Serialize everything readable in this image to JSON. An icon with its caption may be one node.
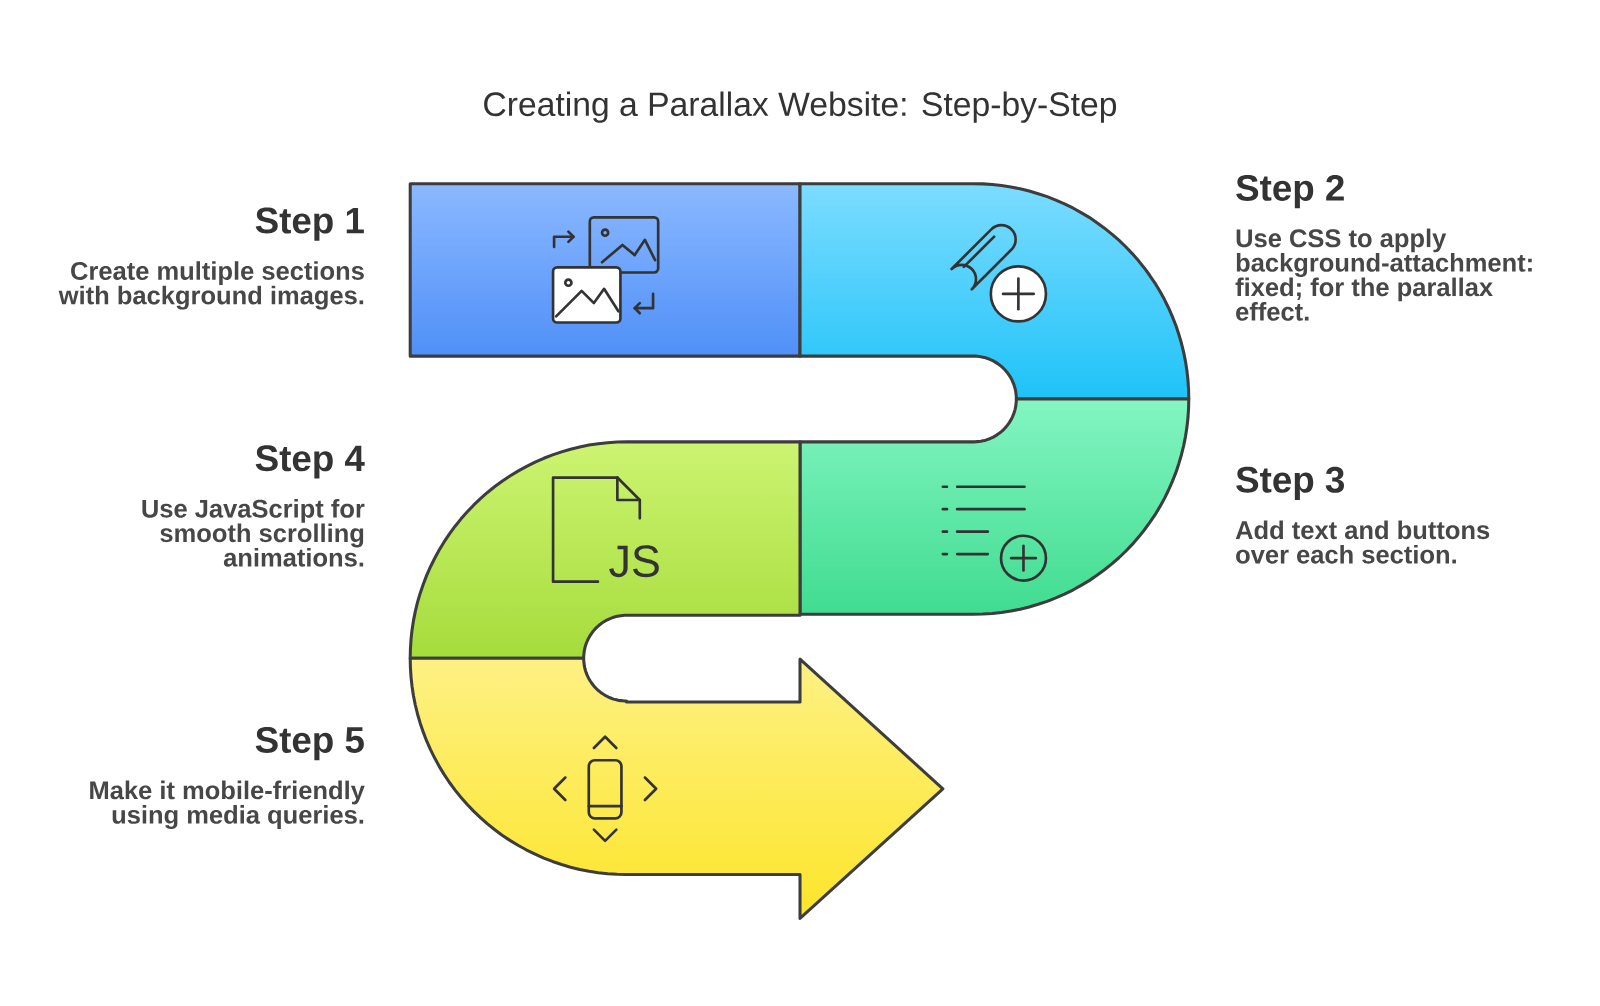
{
  "diagram": {
    "title": "Creating a Parallax Website: Step-by-Step",
    "nodes": [
      {
        "text": [
          "Step 1",
          "Create multiple sections with background images."
        ]
      },
      {
        "text": [
          "Step 2",
          "Use CSS to apply background-attachment: fixed; for the parallax effect."
        ]
      },
      {
        "text": [
          "Step 3",
          "Add text and buttons over each section."
        ]
      },
      {
        "text": [
          "Step 4",
          "Use JavaScript for smooth scrolling animations."
        ]
      },
      {
        "text": [
          "Step 5",
          "Make it mobile-friendly using media queries."
        ]
      }
    ],
    "labels": [
      "JS"
    ]
  }
}
